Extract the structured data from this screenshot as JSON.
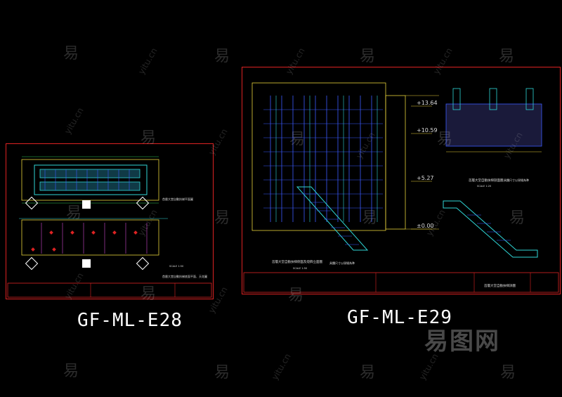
{
  "drawings": [
    {
      "caption": "GF-ML-E28",
      "labels": {
        "view1": "首層大堂自動扶梯平面圖",
        "scale1": "SCALE 1:50",
        "view2": "首層大堂自動扶梯底面平面、天花圖"
      }
    },
    {
      "caption": "GF-ML-E29",
      "levels": [
        "+13.64",
        "+10.59",
        "+5.27",
        "±0.00"
      ],
      "labels": {
        "view1": "首層大堂自動扶梯側面及燈飾立面圖",
        "scale1": "SCALE 1:50",
        "view2": "首層大堂自動扶梯剖面圖",
        "scale2": "SCALE 1:20",
        "note": "具體尺寸以現場為準",
        "title_block": "首層大堂自動扶梯詳圖"
      }
    }
  ],
  "watermark": {
    "char": "易",
    "url": "yitu.cn",
    "logo": "易图网"
  },
  "colors": {
    "background": "#000000",
    "frame": "#dd2222",
    "cad_blue": "#3b5bff",
    "cad_cyan": "#2fd6d6",
    "cad_yellow": "#e8d23a",
    "cad_green": "#32c85a",
    "cad_magenta": "#d24bd2"
  }
}
